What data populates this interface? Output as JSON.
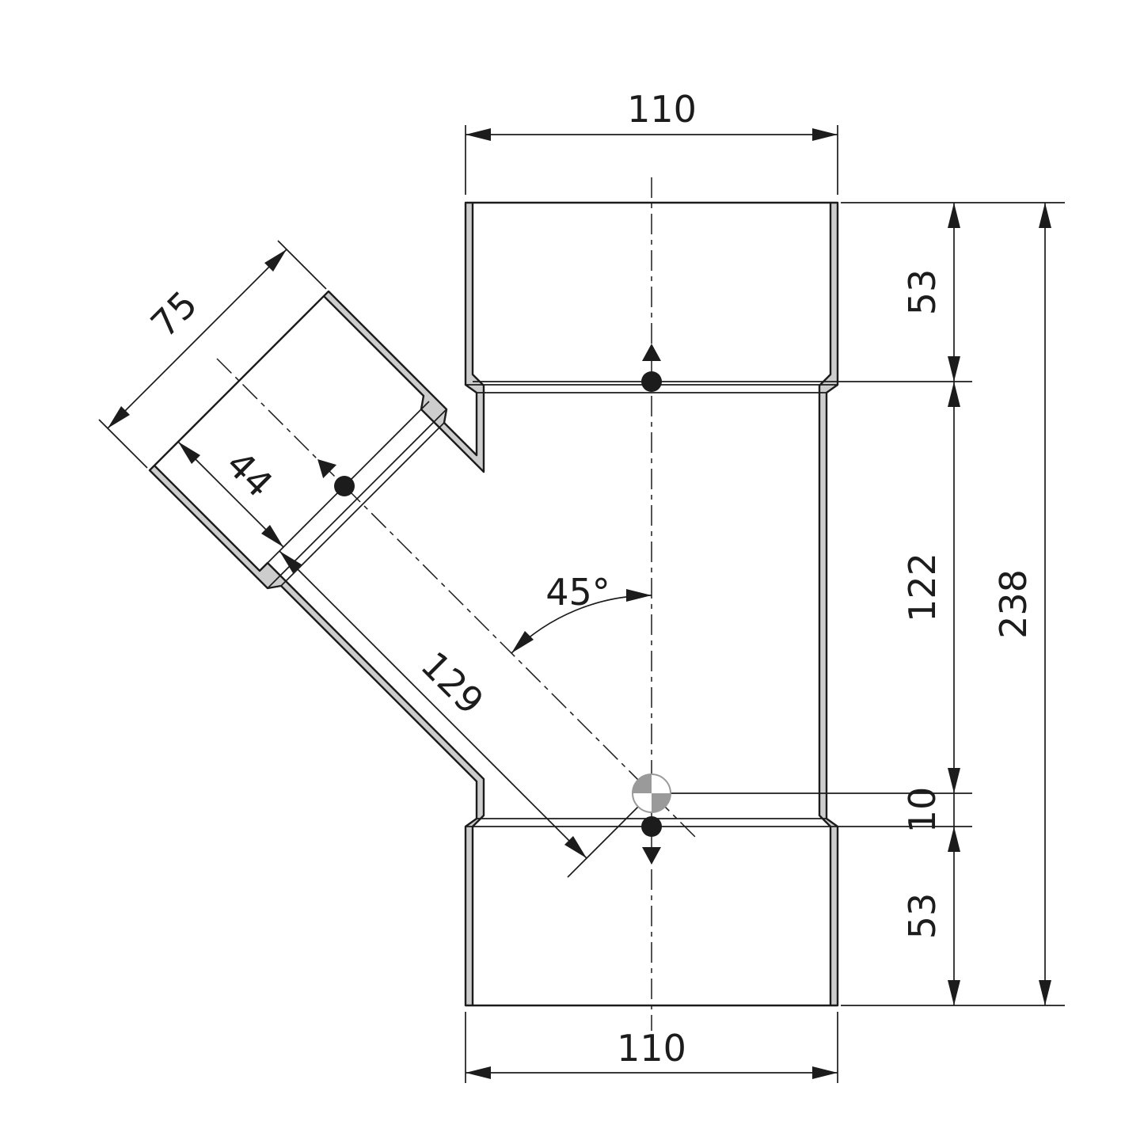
{
  "drawing": {
    "subject": "45-degree wye branch pipe fitting, dimensioned outline drawing",
    "colors": {
      "line": "#1c1c1c",
      "wall": "#cdcdcd",
      "centroid": "#9a9a9a"
    }
  },
  "dimensions": {
    "top_width": "110",
    "bottom_width": "110",
    "top_socket_depth": "53",
    "body_middle": "122",
    "branch_offset": "10",
    "bottom_socket_depth": "53",
    "overall_height": "238",
    "branch_outer": "75",
    "branch_socket_depth": "44",
    "branch_axis_length": "129",
    "branch_angle": "45°"
  }
}
